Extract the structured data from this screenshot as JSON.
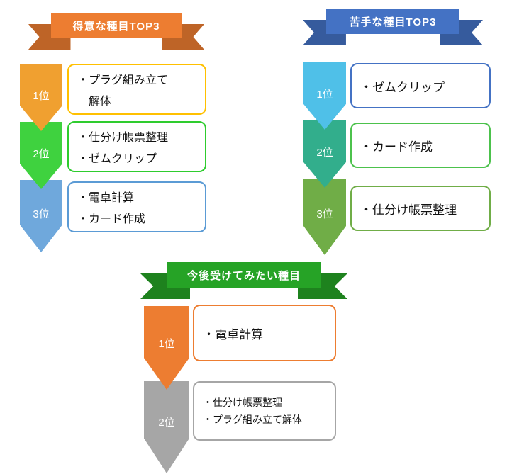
{
  "sections": [
    {
      "banner": {
        "label": "得意な種目TOP3",
        "color": "#ED7D31"
      },
      "rows": [
        {
          "rank": "1位",
          "arrow_color": "#F0A030",
          "box_border_color": "#FFC000",
          "lines": [
            "・プラグ組み立て",
            "解体"
          ]
        },
        {
          "rank": "2位",
          "arrow_color": "#3FD23F",
          "box_border_color": "#2ECC2E",
          "lines": [
            "・仕分け帳票整理",
            "・ゼムクリップ"
          ]
        },
        {
          "rank": "3位",
          "arrow_color": "#6FA8DC",
          "box_border_color": "#5B9BD5",
          "lines": [
            "・電卓計算",
            "・カード作成"
          ]
        }
      ]
    },
    {
      "banner": {
        "label": "苦手な種目TOP3",
        "color": "#4472C4"
      },
      "rows": [
        {
          "rank": "1位",
          "arrow_color": "#4FC0E8",
          "box_border_color": "#4472C4",
          "lines": [
            "・ゼムクリップ"
          ]
        },
        {
          "rank": "2位",
          "arrow_color": "#32AE8C",
          "box_border_color": "#4CC24C",
          "lines": [
            "・カード作成"
          ]
        },
        {
          "rank": "3位",
          "arrow_color": "#70AD47",
          "box_border_color": "#70AD47",
          "lines": [
            "・仕分け帳票整理"
          ]
        }
      ]
    },
    {
      "banner": {
        "label": "今後受けてみたい種目",
        "color": "#26A326"
      },
      "rows": [
        {
          "rank": "1位",
          "arrow_color": "#ED7D31",
          "box_border_color": "#ED7D31",
          "lines": [
            "・電卓計算"
          ]
        },
        {
          "rank": "2位",
          "arrow_color": "#A6A6A6",
          "box_border_color": "#A6A6A6",
          "lines": [
            "・仕分け帳票整理",
            "・プラグ組み立て解体"
          ]
        }
      ]
    }
  ]
}
